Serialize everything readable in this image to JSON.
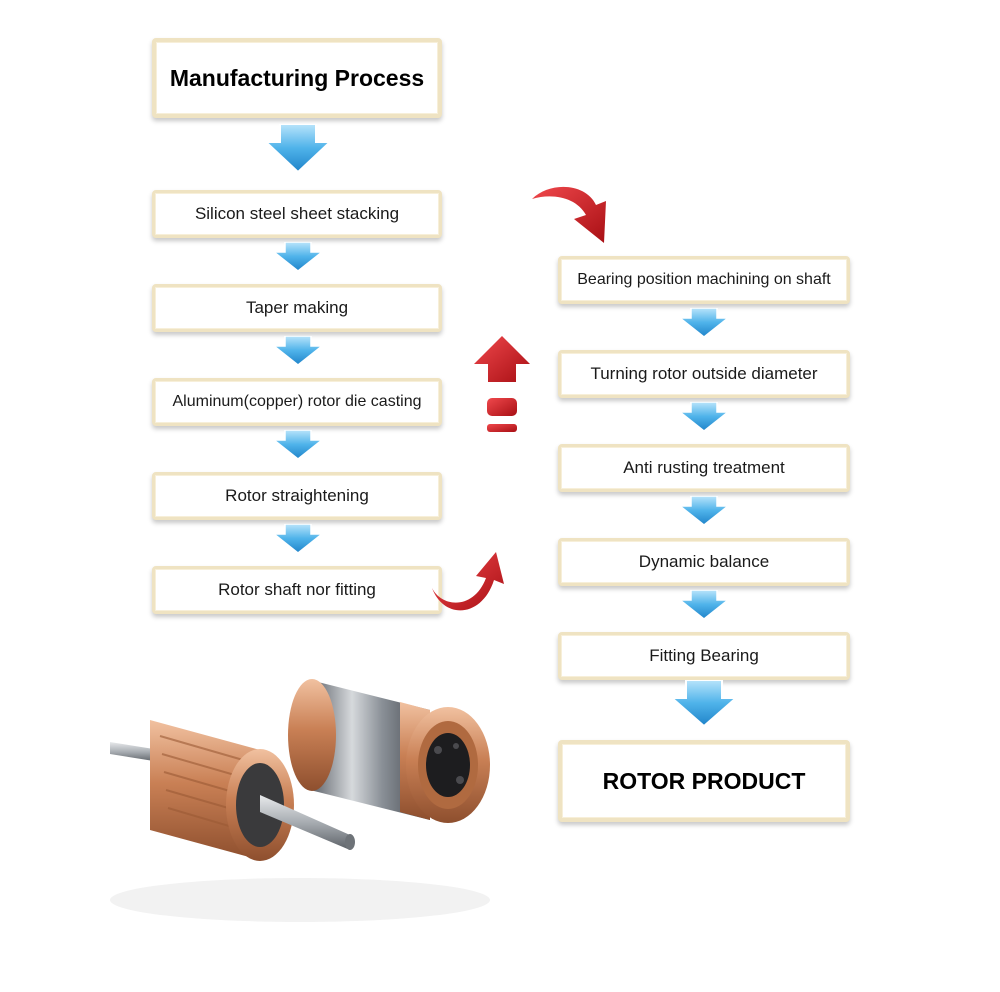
{
  "title": "Manufacturing Process",
  "left_steps": [
    "Silicon steel sheet stacking",
    "Taper making",
    "Aluminum(copper) rotor die casting",
    "Rotor straightening",
    "Rotor shaft nor fitting"
  ],
  "right_steps": [
    "Bearing position machining on shaft",
    "Turning rotor outside diameter",
    "Anti rusting treatment",
    "Dynamic balance",
    "Fitting Bearing"
  ],
  "final": "ROTOR PRODUCT",
  "colors": {
    "blue_arrow": "#3aa3df",
    "red_arrow": "#c8161d",
    "box_border": "#efe3c2"
  }
}
